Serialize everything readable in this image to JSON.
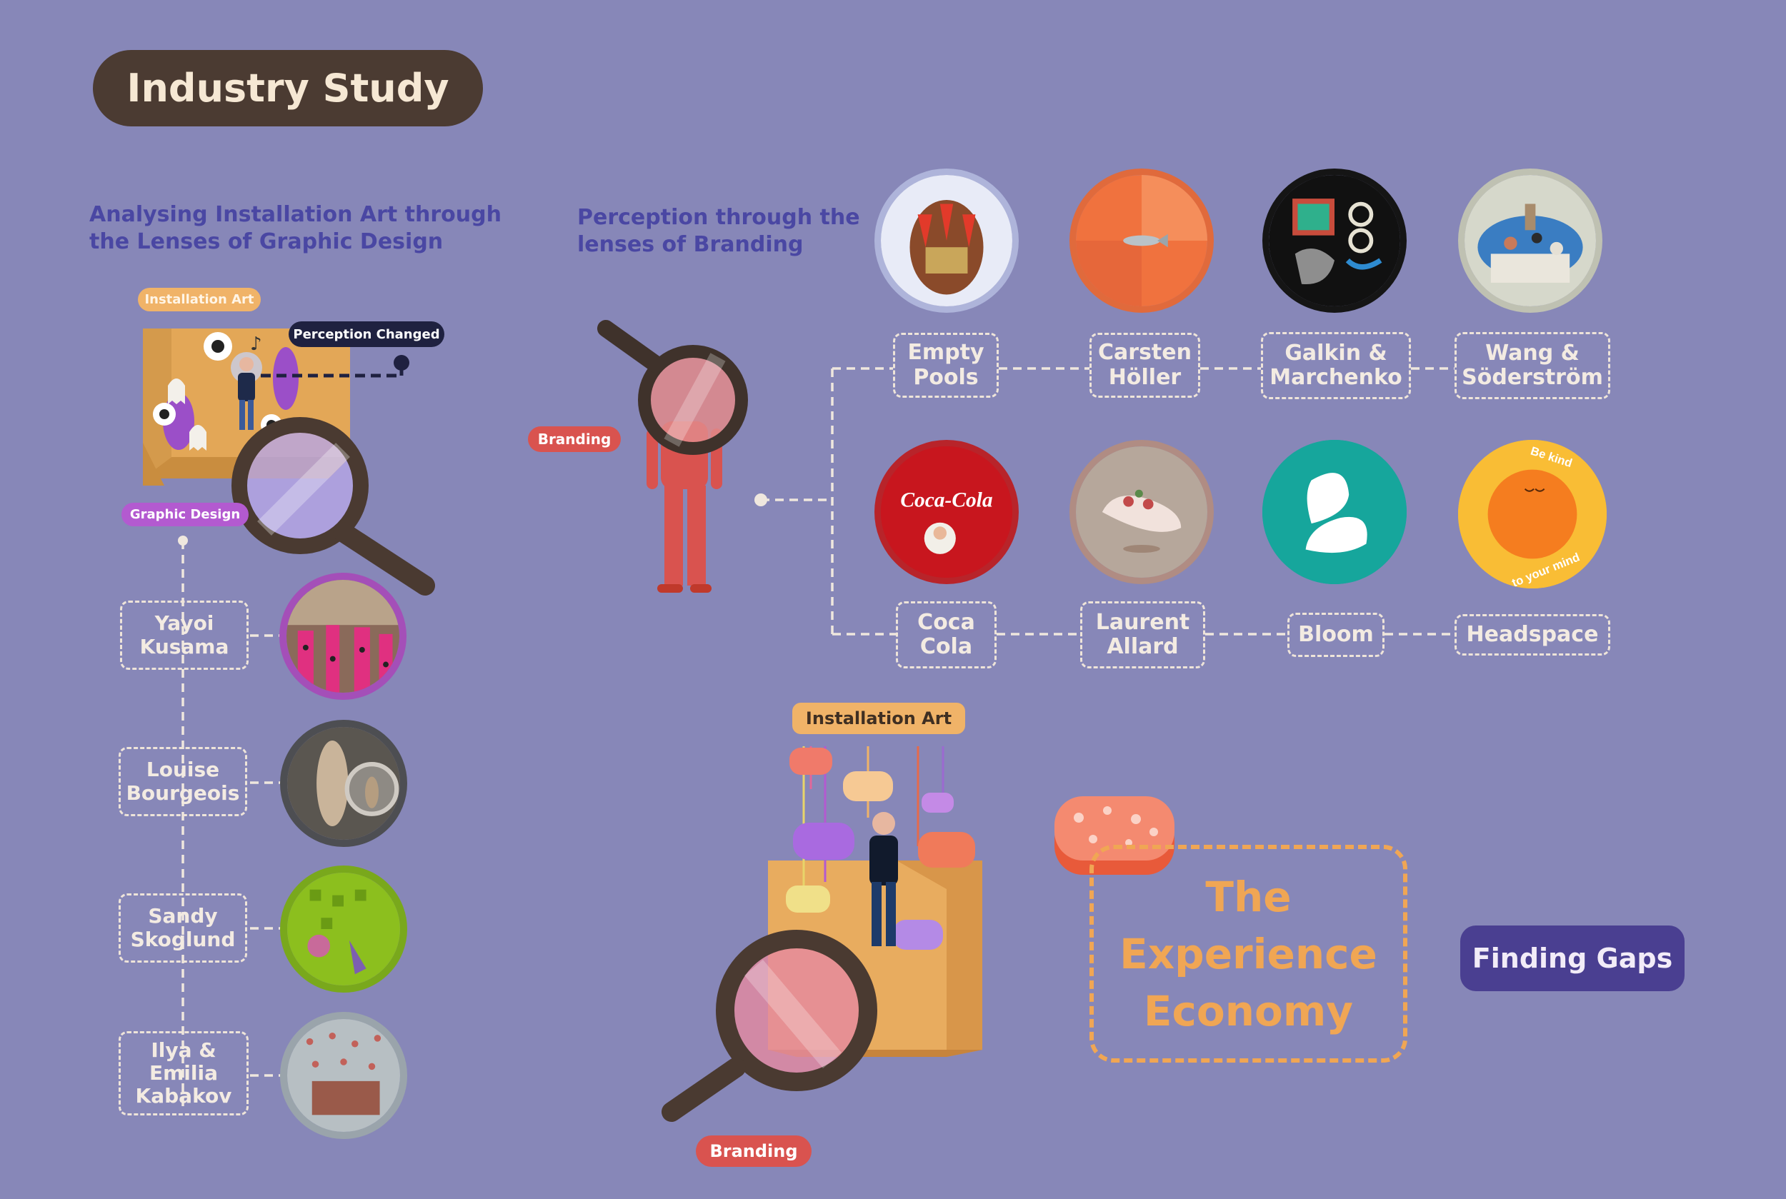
{
  "title": "Industry Study",
  "left_section": {
    "heading_line1": "Analysing Installation Art through",
    "heading_line2": "the Lenses of Graphic Design",
    "tag_installation_art": "Installation Art",
    "tag_perception_changed": "Perception Changed",
    "tag_graphic_design": "Graphic Design",
    "artists": [
      {
        "line1": "Yayoi",
        "line2": "Kusama",
        "line3": ""
      },
      {
        "line1": "Louise",
        "line2": "Bourgeois",
        "line3": ""
      },
      {
        "line1": "Sandy",
        "line2": "Skoglund",
        "line3": ""
      },
      {
        "line1": "Ilya &",
        "line2": "Emilia",
        "line3": "Kabakov"
      }
    ]
  },
  "branding_section": {
    "heading_line1": "Perception through the",
    "heading_line2": "lenses of Branding",
    "tag_branding": "Branding",
    "row1": [
      {
        "line1": "Empty",
        "line2": "Pools"
      },
      {
        "line1": "Carsten",
        "line2": "Höller"
      },
      {
        "line1": "Galkin &",
        "line2": "Marchenko"
      },
      {
        "line1": "Wang &",
        "line2": "Söderström"
      }
    ],
    "row2": [
      {
        "line1": "Coca",
        "line2": "Cola"
      },
      {
        "line1": "Laurent",
        "line2": "Allard"
      },
      {
        "line1": "Bloom",
        "line2": ""
      },
      {
        "line1": "Headspace",
        "line2": ""
      }
    ],
    "logo_text": {
      "coca_cola": "Coca-Cola",
      "headspace_top": "Be kind",
      "headspace_bottom": "to your mind"
    }
  },
  "bottom_section": {
    "tag_installation_art": "Installation Art",
    "tag_branding": "Branding",
    "experience_line1": "The",
    "experience_line2": "Experience",
    "experience_line3": "Economy",
    "finding_gaps": "Finding Gaps"
  },
  "colors": {
    "background": "#8787b8",
    "title_pill": "#4b3b32",
    "heading": "#4a47a3",
    "installation_tag": "#f0b368",
    "branding_tag": "#d9534f",
    "graphic_design_tag": "#b35ad0",
    "perception_tag": "#1f2140",
    "dashed_box": "#eee4d9",
    "experience": "#f0a654",
    "finding_gaps": "#4a3f91"
  }
}
